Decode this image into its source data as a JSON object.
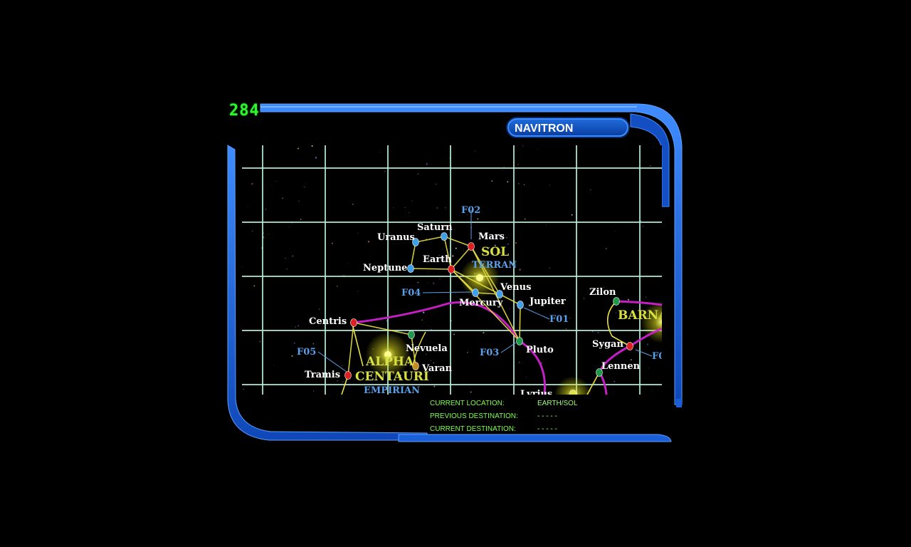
{
  "hud": {
    "counter": "284"
  },
  "window": {
    "title": "NAVITRON"
  },
  "map": {
    "systems": [
      {
        "name": "SOL",
        "subtitle": "TERRAN"
      },
      {
        "name": "ALPHA CENTAURI",
        "line1": "ALPHA",
        "line2": "CENTAURI",
        "subtitle": "EMPIRIAN"
      },
      {
        "name": "BARNA"
      }
    ],
    "planets": [
      {
        "id": "uranus",
        "name": "Uranus",
        "color": "#3fa0e8"
      },
      {
        "id": "saturn",
        "name": "Saturn",
        "color": "#3fa0e8"
      },
      {
        "id": "mars",
        "name": "Mars",
        "color": "#e02020"
      },
      {
        "id": "earth",
        "name": "Earth",
        "color": "#e02020"
      },
      {
        "id": "neptune",
        "name": "Neptune",
        "color": "#3fa0e8"
      },
      {
        "id": "venus",
        "name": "Venus",
        "color": "#3fa0e8"
      },
      {
        "id": "mercury",
        "name": "Mercury",
        "color": "#3fa0e8"
      },
      {
        "id": "jupiter",
        "name": "Jupiter",
        "color": "#3fa0e8"
      },
      {
        "id": "pluto",
        "name": "Pluto",
        "color": "#1f9a4a"
      },
      {
        "id": "centris",
        "name": "Centris",
        "color": "#e02020"
      },
      {
        "id": "nevuela",
        "name": "Nevuela",
        "color": "#1f9a4a"
      },
      {
        "id": "varan",
        "name": "Varan",
        "color": "#c88a20"
      },
      {
        "id": "tramis",
        "name": "Tramis",
        "color": "#e02020"
      },
      {
        "id": "zilon",
        "name": "Zilon",
        "color": "#1f9a4a"
      },
      {
        "id": "sygan",
        "name": "Sygan",
        "color": "#e02020"
      },
      {
        "id": "lennen",
        "name": "Lennen",
        "color": "#1f9a4a"
      },
      {
        "id": "lvrius",
        "name": "Lvrius",
        "color": "#e0e040"
      }
    ],
    "waypoints": [
      "F02",
      "F04",
      "F01",
      "F03",
      "F05",
      "F0"
    ]
  },
  "status": {
    "current_location_label": "CURRENT LOCATION:",
    "current_location_value": "EARTH/SOL",
    "previous_destination_label": "PREVIOUS DESTINATION:",
    "previous_destination_value": "- - - - -",
    "current_destination_label": "CURRENT DESTINATION:",
    "current_destination_value": "- - - - -"
  },
  "colors": {
    "frame": "#1a5fd8",
    "frame_highlight": "#3f8cff",
    "grid": "#b8f0d8",
    "route_local": "#e8e040",
    "route_hyper": "#d020d0",
    "system_label": "#d8e040",
    "faction_label": "#5aa0e8",
    "waypoint_label": "#5aa0e8",
    "planet_label": "#ffffff",
    "counter": "#2ef52e",
    "status_text": "#7fff4f"
  }
}
